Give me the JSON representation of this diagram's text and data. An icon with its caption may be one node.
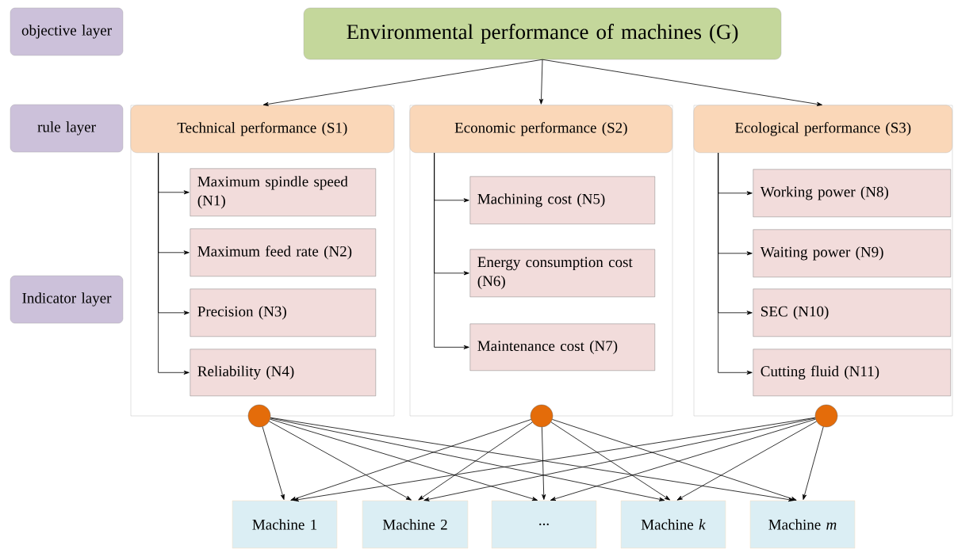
{
  "diagram": {
    "nodes": [
      {
        "text": [
          "objective layer"
        ]
      },
      {
        "text": [
          "rule layer"
        ]
      },
      {
        "text": [
          "Indicator layer"
        ]
      },
      {
        "text": [
          "Environmental performance of machines  (G)"
        ]
      },
      {
        "text": [],
        "shape": "box"
      },
      {
        "text": [
          "Technical performance (S1)"
        ],
        "in": 4
      },
      {
        "text": [
          "Maximum spindle speed (N1)"
        ],
        "in": 4
      },
      {
        "text": [
          "Maximum feed rate (N2)"
        ],
        "in": 4
      },
      {
        "text": [
          "Precision (N3)"
        ],
        "in": 4
      },
      {
        "text": [
          "Reliability (N4)"
        ],
        "in": 4
      },
      {
        "text": [],
        "shape": "box"
      },
      {
        "text": [
          "Economic performance (S2)"
        ],
        "in": 10
      },
      {
        "text": [
          "Machining cost (N5)"
        ],
        "in": 10
      },
      {
        "text": [
          "Energy consumption cost (N6)"
        ],
        "in": 10
      },
      {
        "text": [
          "Maintenance cost (N7)"
        ],
        "in": 10
      },
      {
        "text": [],
        "shape": "box"
      },
      {
        "text": [
          "Ecological performance (S3)"
        ],
        "in": 15
      },
      {
        "text": [
          "Working power (N8)"
        ],
        "in": 15
      },
      {
        "text": [
          "Waiting power (N9)"
        ],
        "in": 15
      },
      {
        "text": [
          "SEC (N10)"
        ],
        "in": 15
      },
      {
        "text": [
          "Cutting fluid (N11)"
        ],
        "in": 15
      },
      {
        "text": [],
        "shape": "circle"
      },
      {
        "text": [],
        "shape": "circle"
      },
      {
        "text": [],
        "shape": "circle"
      },
      {
        "text": [
          "Machine 1"
        ]
      },
      {
        "text": [
          "Machine 2"
        ]
      },
      {
        "text": [
          "..."
        ]
      },
      {
        "text": [
          "Machine *k*"
        ]
      },
      {
        "text": [
          "Machine *m*"
        ]
      }
    ],
    "edges": [
      {
        "from": 3,
        "to": 5,
        "arrow": "to"
      },
      {
        "from": 3,
        "to": 11,
        "arrow": "to"
      },
      {
        "from": 3,
        "to": 16,
        "arrow": "to"
      },
      {
        "from": 5,
        "to": 6,
        "arrow": "to"
      },
      {
        "from": 5,
        "to": 7,
        "arrow": "to"
      },
      {
        "from": 5,
        "to": 8,
        "arrow": "to"
      },
      {
        "from": 5,
        "to": 9,
        "arrow": "to"
      },
      {
        "from": 11,
        "to": 12,
        "arrow": "to"
      },
      {
        "from": 11,
        "to": 13,
        "arrow": "to"
      },
      {
        "from": 11,
        "to": 14,
        "arrow": "to"
      },
      {
        "from": 16,
        "to": 17,
        "arrow": "to"
      },
      {
        "from": 16,
        "to": 18,
        "arrow": "to"
      },
      {
        "from": 16,
        "to": 19,
        "arrow": "to"
      },
      {
        "from": 16,
        "to": 20,
        "arrow": "to"
      },
      {
        "from": 21,
        "to": 24,
        "arrow": "to"
      },
      {
        "from": 21,
        "to": 25,
        "arrow": "to"
      },
      {
        "from": 21,
        "to": 26,
        "arrow": "to"
      },
      {
        "from": 21,
        "to": 27,
        "arrow": "to"
      },
      {
        "from": 21,
        "to": 28,
        "arrow": "to"
      },
      {
        "from": 22,
        "to": 24,
        "arrow": "to"
      },
      {
        "from": 22,
        "to": 25,
        "arrow": "to"
      },
      {
        "from": 22,
        "to": 26,
        "arrow": "to"
      },
      {
        "from": 22,
        "to": 27,
        "arrow": "to"
      },
      {
        "from": 22,
        "to": 28,
        "arrow": "to"
      },
      {
        "from": 23,
        "to": 24,
        "arrow": "to"
      },
      {
        "from": 23,
        "to": 25,
        "arrow": "to"
      },
      {
        "from": 23,
        "to": 26,
        "arrow": "to"
      },
      {
        "from": 23,
        "to": 27,
        "arrow": "to"
      },
      {
        "from": 23,
        "to": 28,
        "arrow": "to"
      }
    ]
  }
}
